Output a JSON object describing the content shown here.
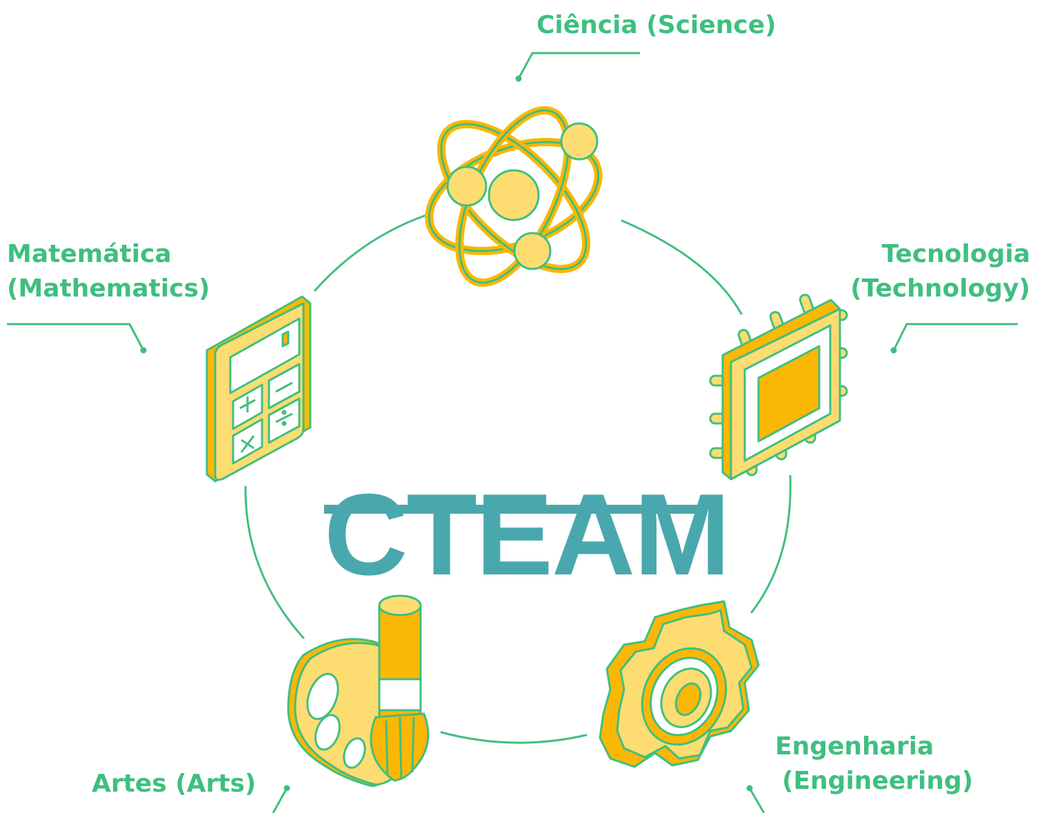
{
  "title": "CTEAM",
  "nodes": {
    "science": {
      "line1": "Ciência (Science)",
      "icon": "atom-icon"
    },
    "technology": {
      "line1": "Tecnologia",
      "line2": "(Technology)",
      "icon": "microchip-icon"
    },
    "engineering": {
      "line1": "Engenharia",
      "line2": "(Engineering)",
      "icon": "gear-icon"
    },
    "arts": {
      "line1": "Artes (Arts)",
      "icon": "palette-brush-icon"
    },
    "mathematics": {
      "line1": "Matemática",
      "line2": "(Mathematics)",
      "icon": "calculator-icon"
    }
  },
  "colors": {
    "green": "#3fbf7f",
    "teal": "#49a8ad",
    "yellow_light": "#fddc72",
    "yellow_dark": "#fbb706"
  }
}
